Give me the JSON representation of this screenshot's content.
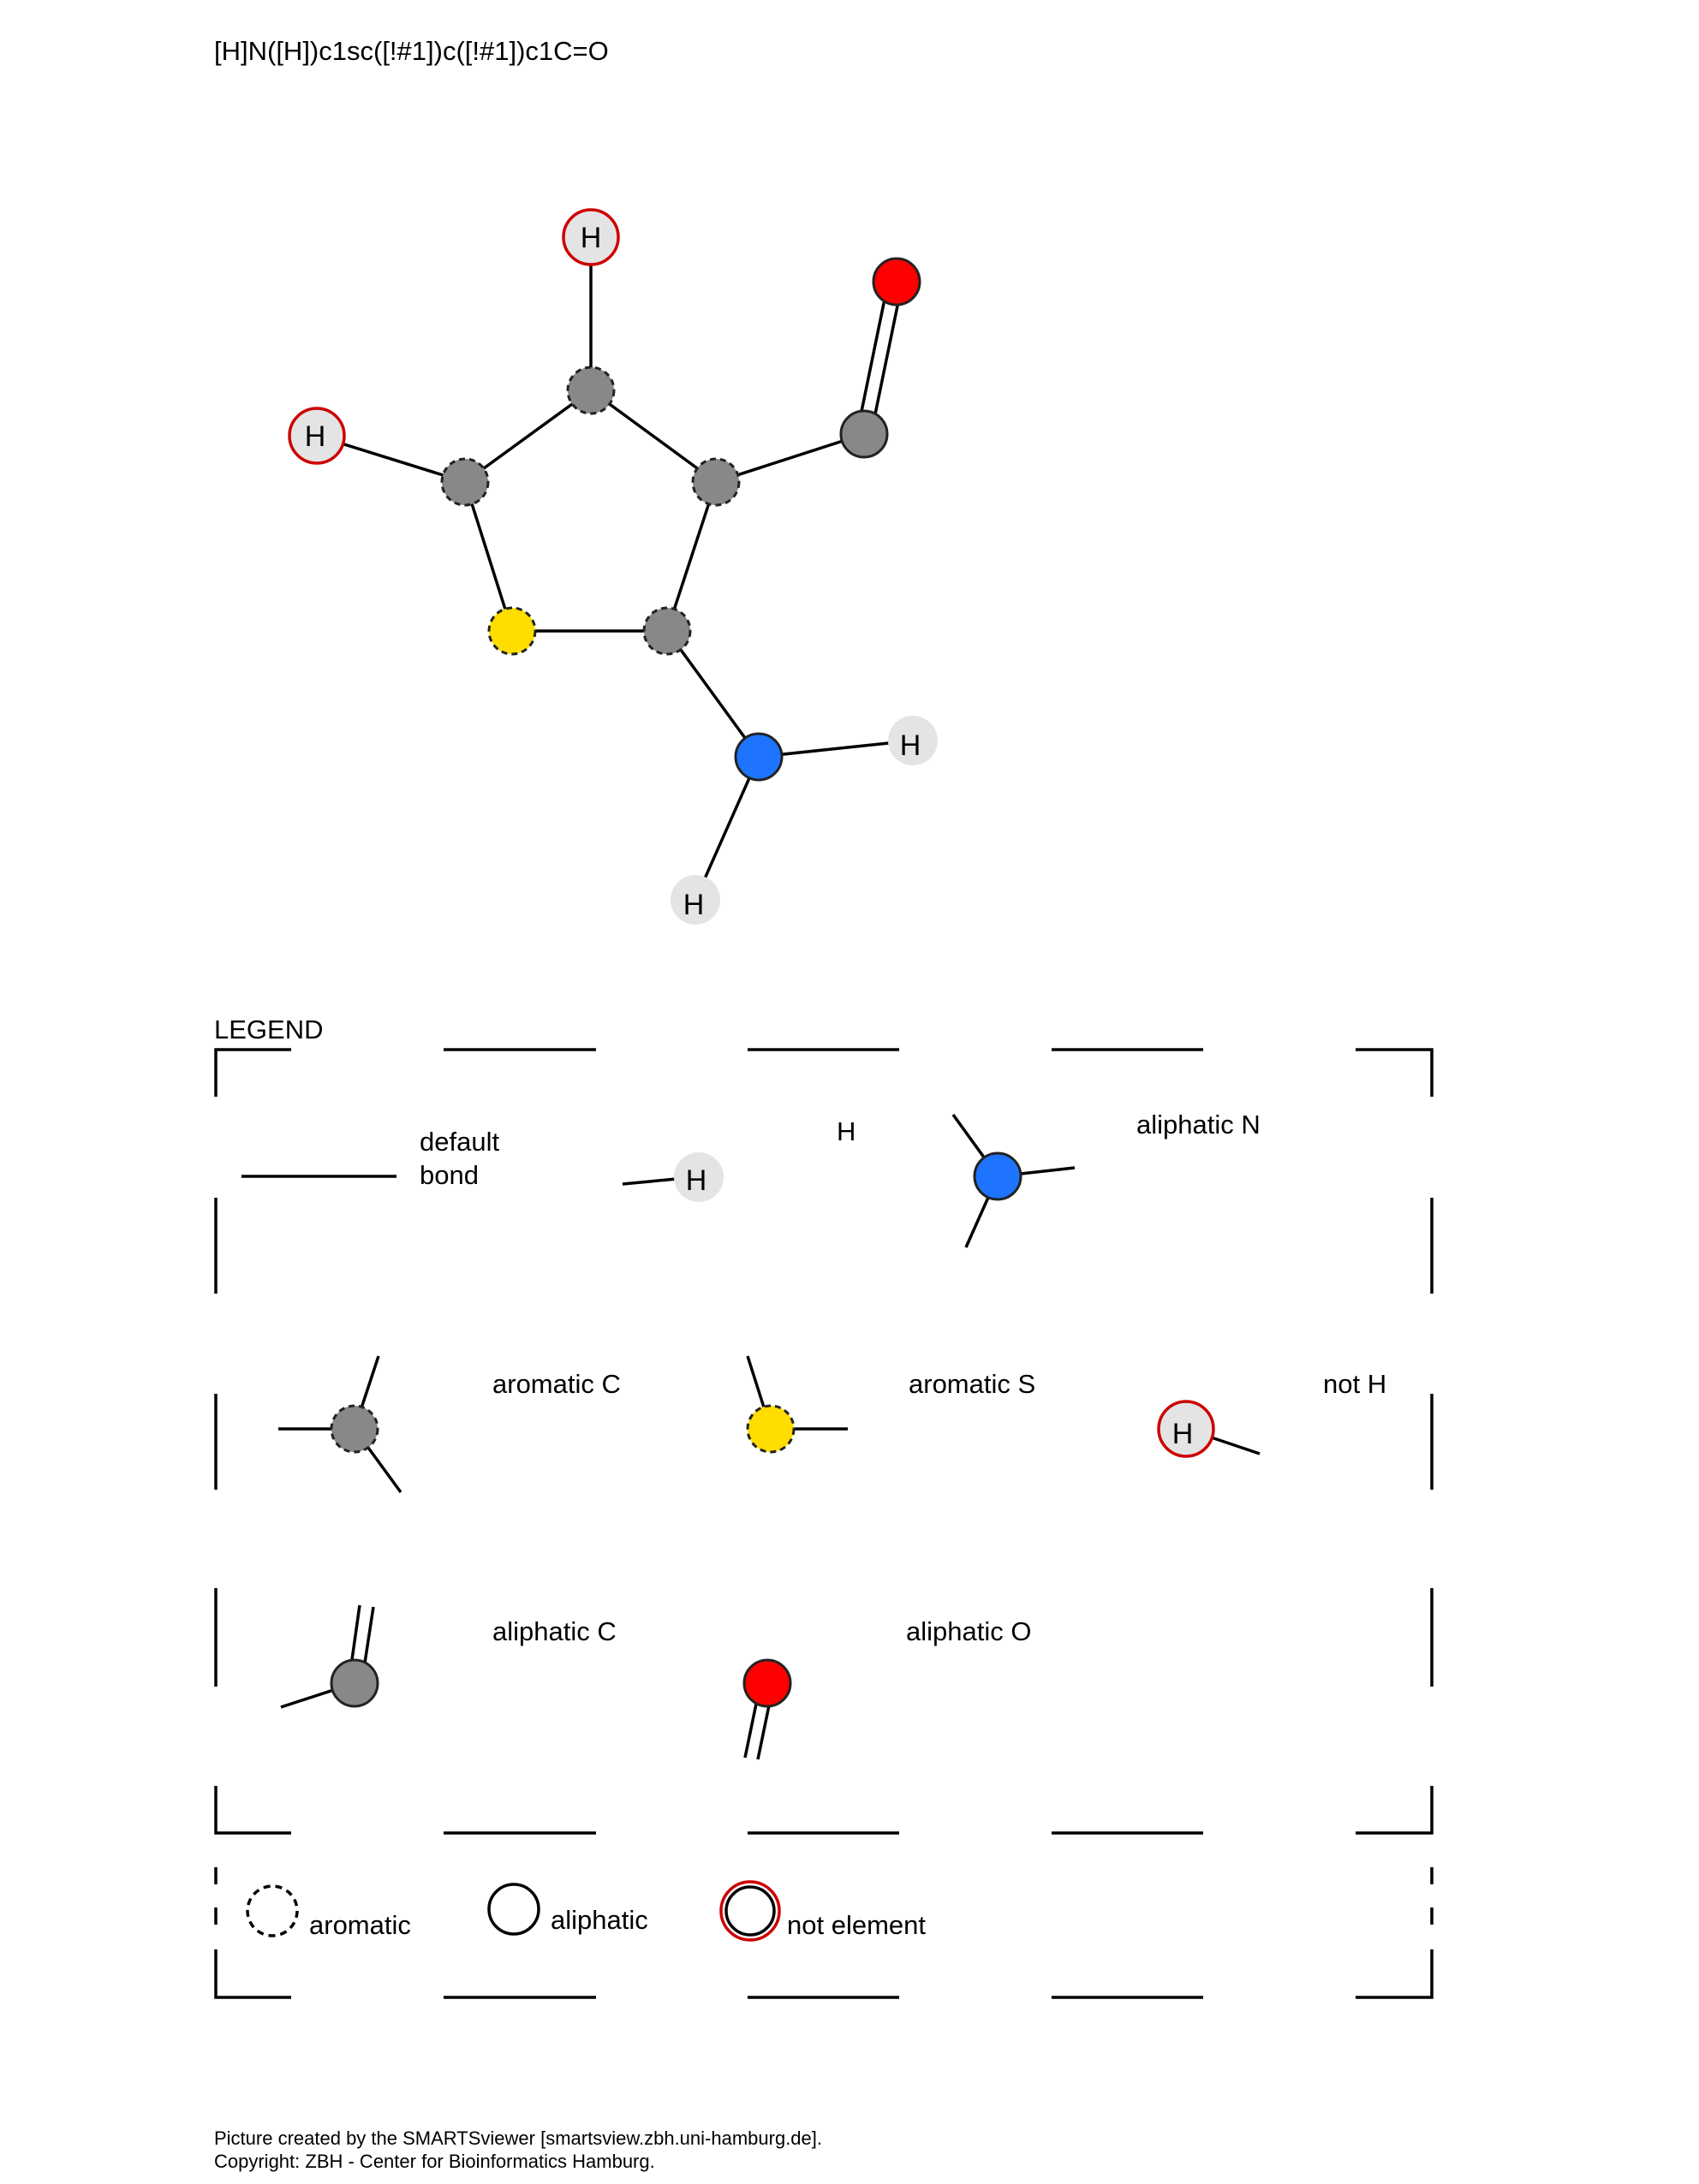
{
  "smarts": "[H]N([H])c1sc([!#1])c([!#1])c1C=O",
  "colors": {
    "aromatic_carbon": "#888888",
    "aliphatic_carbon": "#888888",
    "sulfur": "#FFDD00",
    "nitrogen": "#1E74FF",
    "oxygen": "#FF0000",
    "hydrogen_fill": "#E4E4E4",
    "not_element_ring": "#CC0000"
  },
  "molecule": {
    "hydrogen_label": "H"
  },
  "legend": {
    "heading": "LEGEND",
    "items": {
      "default_bond_line1": "default",
      "default_bond_line2": "bond",
      "h": "H",
      "h_symbol": "H",
      "aliphatic_n": "aliphatic N",
      "aromatic_c": "aromatic C",
      "aromatic_s": "aromatic S",
      "not_h": "not H",
      "not_h_symbol": "H",
      "aliphatic_c": "aliphatic C",
      "aliphatic_o": "aliphatic O"
    },
    "styles": {
      "aromatic": "aromatic",
      "aliphatic": "aliphatic",
      "not_element": "not element"
    }
  },
  "footer": {
    "line1": "Picture created by the SMARTSviewer [smartsview.zbh.uni-hamburg.de].",
    "line2": "Copyright: ZBH - Center for Bioinformatics Hamburg."
  }
}
